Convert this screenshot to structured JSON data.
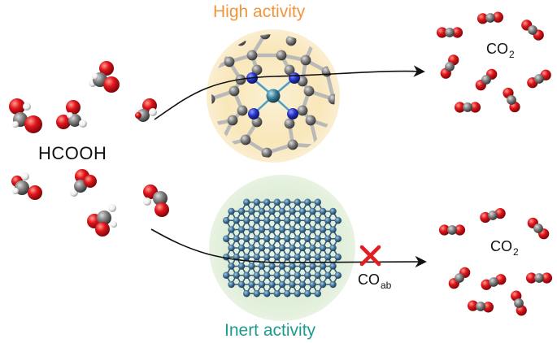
{
  "labels": {
    "high_activity": "High activity",
    "inert_activity": "Inert activity",
    "reactant": "HCOOH",
    "product_top_main": "CO",
    "product_top_sub": "2",
    "product_bottom_main": "CO",
    "product_bottom_sub": "2",
    "adsorbed_main": "CO",
    "adsorbed_sub": "ab"
  },
  "colors": {
    "high_activity": "#f0953c",
    "inert_activity": "#1f9a8e",
    "high_glow": "#f9e7b9",
    "inert_glow": "#dfeed8",
    "oxygen": "#e1151b",
    "carbon": "#7f7f7f",
    "hydrogen": "#f4f4f4",
    "nitrogen": "#2634c8",
    "metal_center": "#3d7f9c",
    "cluster": "#3a6b90",
    "blocked_cross": "#e11d1d",
    "arrow": "#111111"
  },
  "icons": {
    "blocked": "red-cross-icon",
    "reaction_arrow": "arrow-icon"
  }
}
